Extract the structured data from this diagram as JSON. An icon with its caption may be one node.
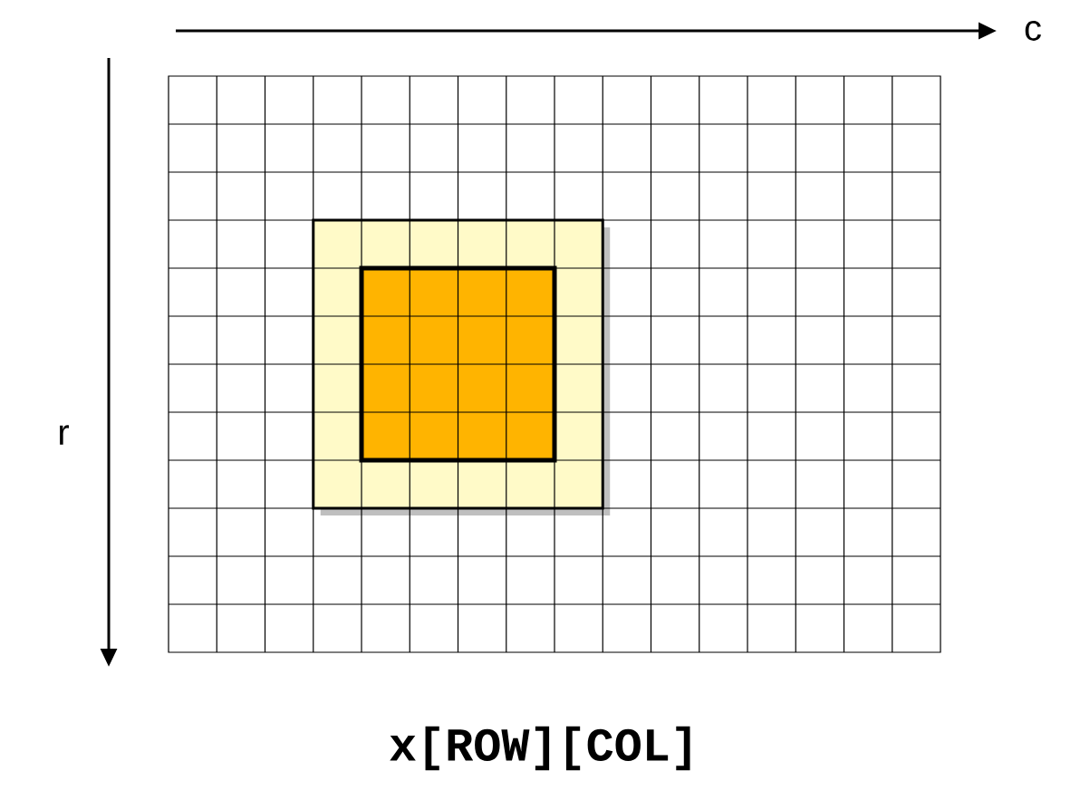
{
  "diagram": {
    "labels": [
      "c",
      "r",
      "x[ROW][COL]"
    ]
  }
}
